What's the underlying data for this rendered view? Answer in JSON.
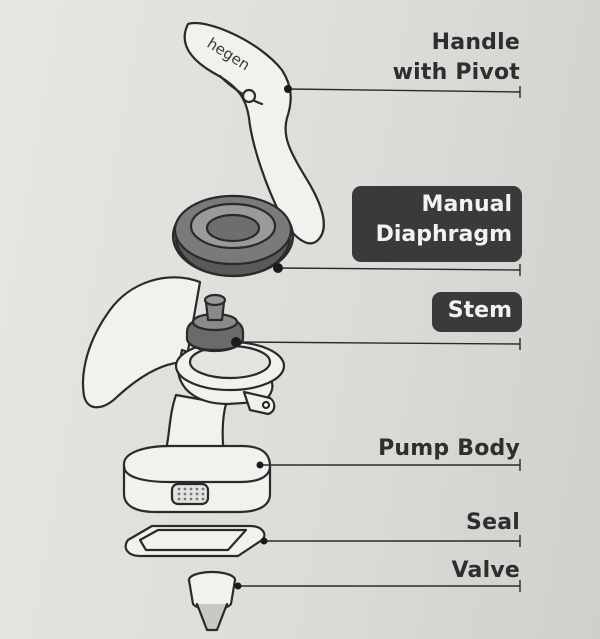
{
  "logo_text": "hegen",
  "labels": {
    "handle": {
      "line1": "Handle",
      "line2": "with Pivot"
    },
    "diaphragm": {
      "line1": "Manual",
      "line2": "Diaphragm"
    },
    "stem": "Stem",
    "pump_body": "Pump Body",
    "seal": "Seal",
    "valve": "Valve"
  },
  "colors": {
    "background": "#dcddd9",
    "label_box": "#3a3a3c",
    "ink": "#2e2e2e"
  }
}
